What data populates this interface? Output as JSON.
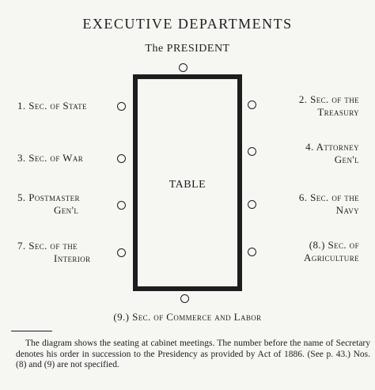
{
  "title": "EXECUTIVE DEPARTMENTS",
  "president_label": "The PRESIDENT",
  "table_label": "TABLE",
  "seats": {
    "left": [
      {
        "lines": [
          "1. Sec. of State"
        ]
      },
      {
        "lines": [
          "3. Sec. of War"
        ]
      },
      {
        "lines": [
          "5. Postmaster",
          "Gen'l"
        ]
      },
      {
        "lines": [
          "7. Sec. of the",
          "Interior"
        ]
      }
    ],
    "right": [
      {
        "lines": [
          "2. Sec. of the",
          "Treasury"
        ]
      },
      {
        "lines": [
          "4. Attorney",
          "Gen'l"
        ]
      },
      {
        "lines": [
          "6. Sec. of the",
          "Navy"
        ]
      },
      {
        "lines": [
          "(8.) Sec. of",
          "Agriculture"
        ]
      }
    ],
    "bottom": {
      "lines": [
        "(9.) Sec. of Commerce and Labor"
      ]
    }
  },
  "footnote": "The diagram shows the seating at cabinet meetings. The number before the name of Secretary denotes his order in succession to the Presidency as provided by Act of 1886. (See p. 43.) Nos. (8) and (9) are not specified."
}
